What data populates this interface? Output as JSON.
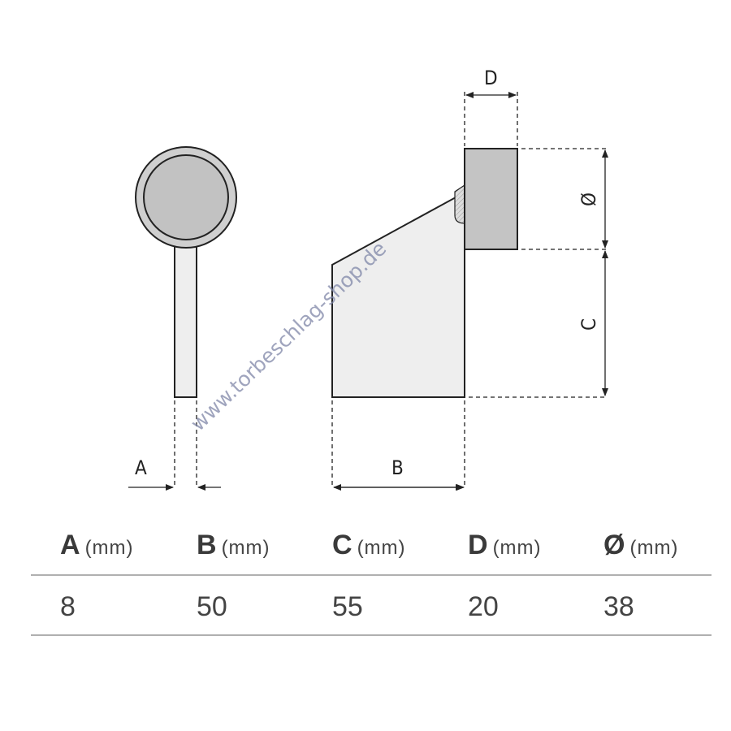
{
  "diagram": {
    "labels": {
      "A": "A",
      "B": "B",
      "C": "C",
      "D": "D",
      "diameter": "Ø"
    },
    "watermark": "www.torbeschlag-shop.de"
  },
  "table": {
    "headers": [
      {
        "letter": "A",
        "unit": "(mm)"
      },
      {
        "letter": "B",
        "unit": "(mm)"
      },
      {
        "letter": "C",
        "unit": "(mm)"
      },
      {
        "letter": "D",
        "unit": "(mm)"
      },
      {
        "letter": "Ø",
        "unit": "(mm)"
      }
    ],
    "values": [
      "8",
      "50",
      "55",
      "20",
      "38"
    ]
  }
}
